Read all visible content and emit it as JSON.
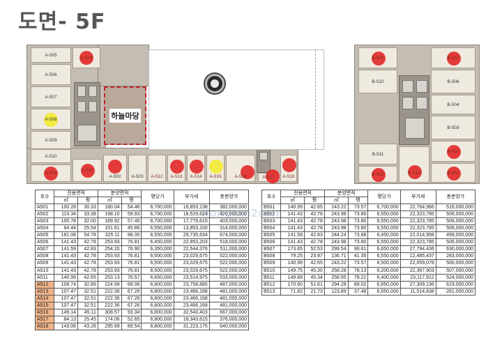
{
  "title": "도면- 5F",
  "sky_garden_label": "하늘마당",
  "watermark": "dongtan2sale",
  "plan_units": {
    "A505": "A-505",
    "A504": "A-504",
    "A506": "A-506",
    "A507": "A-507",
    "A508": "A-508",
    "A509": "A-509",
    "A510": "A-510",
    "A511": "A-511",
    "A501": "A-501",
    "A502": "A-502",
    "A503": "A-503",
    "A512": "A-512",
    "A513": "A-513",
    "A514": "A-514",
    "A515": "A-515",
    "A516": "A-516",
    "A517": "A-517",
    "A518": "A-518",
    "B505": "B-505",
    "B507": "B-507",
    "B510": "B-510",
    "B506": "B-506",
    "B504": "B-504",
    "B503": "B-503",
    "B511": "B-511",
    "B502": "B-502",
    "B512": "B-512",
    "B513": "B-513",
    "B501": "B-501"
  },
  "colors": {
    "dot_red": "#e32b2b",
    "dot_yellow": "#f2ea33",
    "highlight": "#f2b48a",
    "sky_garden_border": "#c1262d"
  },
  "table_headers": {
    "unit": "호수",
    "exclusive_area": "전용면적",
    "supply_area": "분양면적",
    "sqm": "㎡",
    "pyeong": "평",
    "price_per_pyeong": "평당가",
    "vat": "부가세",
    "total_price": "총분양가"
  },
  "table_a": [
    [
      "A501",
      "100.28",
      "30.33",
      "180.04",
      "54.46",
      "6,700,000",
      "16,853,138",
      "382,000,000"
    ],
    [
      "A502",
      "110.34",
      "33.38",
      "198.10",
      "59.93",
      "6,700,000",
      "18,529,624",
      "420,000,000"
    ],
    [
      "A503",
      "105.78",
      "32.00",
      "189.92",
      "57.45",
      "6,700,000",
      "17,779,615",
      "403,000,000"
    ],
    [
      "A504",
      "84.44",
      "25.54",
      "151.61",
      "45.86",
      "6,550,000",
      "13,853,100",
      "314,000,000"
    ],
    [
      "A505",
      "181.08",
      "54.78",
      "325.11",
      "98.35",
      "6,550,000",
      "29,735,634",
      "674,000,000"
    ],
    [
      "A506",
      "141.43",
      "42.78",
      "253.93",
      "76.81",
      "6,450,000",
      "22,853,203",
      "518,000,000"
    ],
    [
      "A507",
      "141.59",
      "42.83",
      "254.20",
      "76.90",
      "6,350,000",
      "22,544,376",
      "511,000,000"
    ],
    [
      "A508",
      "141.43",
      "42.78",
      "253.93",
      "76.81",
      "6,500,000",
      "23,029,675",
      "522,000,000"
    ],
    [
      "A509",
      "141.43",
      "42.78",
      "253.93",
      "76.81",
      "6,500,000",
      "23,029,675",
      "522,000,000"
    ],
    [
      "A510",
      "141.43",
      "42.78",
      "253.93",
      "76.81",
      "6,500,000",
      "23,029,675",
      "522,000,000"
    ],
    [
      "A511",
      "140.99",
      "42.65",
      "253.13",
      "76.57",
      "6,650,000",
      "23,514,975",
      "533,000,000"
    ],
    [
      "A512",
      "108.74",
      "32.89",
      "224.99",
      "68.06",
      "6,800,000",
      "23,758,885",
      "487,000,000"
    ],
    [
      "A513",
      "107.47",
      "32.51",
      "222.36",
      "67.26",
      "6,800,000",
      "23,466,168",
      "481,000,000"
    ],
    [
      "A514",
      "107.47",
      "32.51",
      "222.36",
      "67.26",
      "6,800,000",
      "23,466,168",
      "481,000,000"
    ],
    [
      "A515",
      "107.47",
      "32.51",
      "222.36",
      "67.26",
      "6,800,000",
      "23,466,168",
      "481,000,000"
    ],
    [
      "A516",
      "149.14",
      "45.11",
      "308.57",
      "93.34",
      "6,800,000",
      "32,540,403",
      "667,000,000"
    ],
    [
      "A517",
      "84.13",
      "25.45",
      "174.06",
      "52.65",
      "6,800,000",
      "18,343,615",
      "376,000,000"
    ],
    [
      "A518",
      "143.06",
      "43.28",
      "295.99",
      "89.54",
      "6,800,000",
      "31,223,175",
      "640,000,000"
    ]
  ],
  "table_b": [
    [
      "B501",
      "140.99",
      "42.65",
      "243.22",
      "73.57",
      "6,700,000",
      "22,764,966",
      "516,000,000"
    ],
    [
      "B502",
      "141.43",
      "42.78",
      "243.98",
      "73.80",
      "6,550,000",
      "22,323,785",
      "506,000,000"
    ],
    [
      "B503",
      "141.43",
      "42.78",
      "243.98",
      "73.80",
      "6,550,000",
      "22,323,785",
      "506,000,000"
    ],
    [
      "B504",
      "141.43",
      "42.78",
      "243.98",
      "73.80",
      "6,550,000",
      "22,323,785",
      "506,000,000"
    ],
    [
      "B505",
      "141.59",
      "42.83",
      "244.24",
      "73.88",
      "6,450,000",
      "22,014,958",
      "499,000,000"
    ],
    [
      "B506",
      "141.43",
      "42.78",
      "243.98",
      "73.80",
      "6,550,000",
      "22,323,785",
      "506,000,000"
    ],
    [
      "B507",
      "173.65",
      "52.53",
      "299.54",
      "90.61",
      "6,650,000",
      "27,794,436",
      "630,000,000"
    ],
    [
      "B508",
      "79.25",
      "23.97",
      "136.71",
      "41.35",
      "6,550,000",
      "12,485,437",
      "283,000,000"
    ],
    [
      "B509",
      "140.99",
      "42.65",
      "243.22",
      "73.57",
      "6,500,000",
      "22,059,078",
      "500,000,000"
    ],
    [
      "B510",
      "149.75",
      "45.30",
      "258.28",
      "78.13",
      "6,200,000",
      "22,367,903",
      "507,000,000"
    ],
    [
      "B511",
      "149.89",
      "45.34",
      "258.55",
      "78.21",
      "6,400,000",
      "23,117,912",
      "524,000,000"
    ],
    [
      "B512",
      "170.60",
      "51.61",
      "294.28",
      "89.02",
      "6,650,000",
      "27,309,136",
      "619,000,000"
    ],
    [
      "B513",
      "71.82",
      "21.73",
      "123.89",
      "37.48",
      "6,650,000",
      "11,514,838",
      "261,000,000"
    ]
  ],
  "highlighted_units": [
    "A512",
    "A513",
    "A514",
    "A515",
    "A516",
    "A517",
    "A518"
  ]
}
